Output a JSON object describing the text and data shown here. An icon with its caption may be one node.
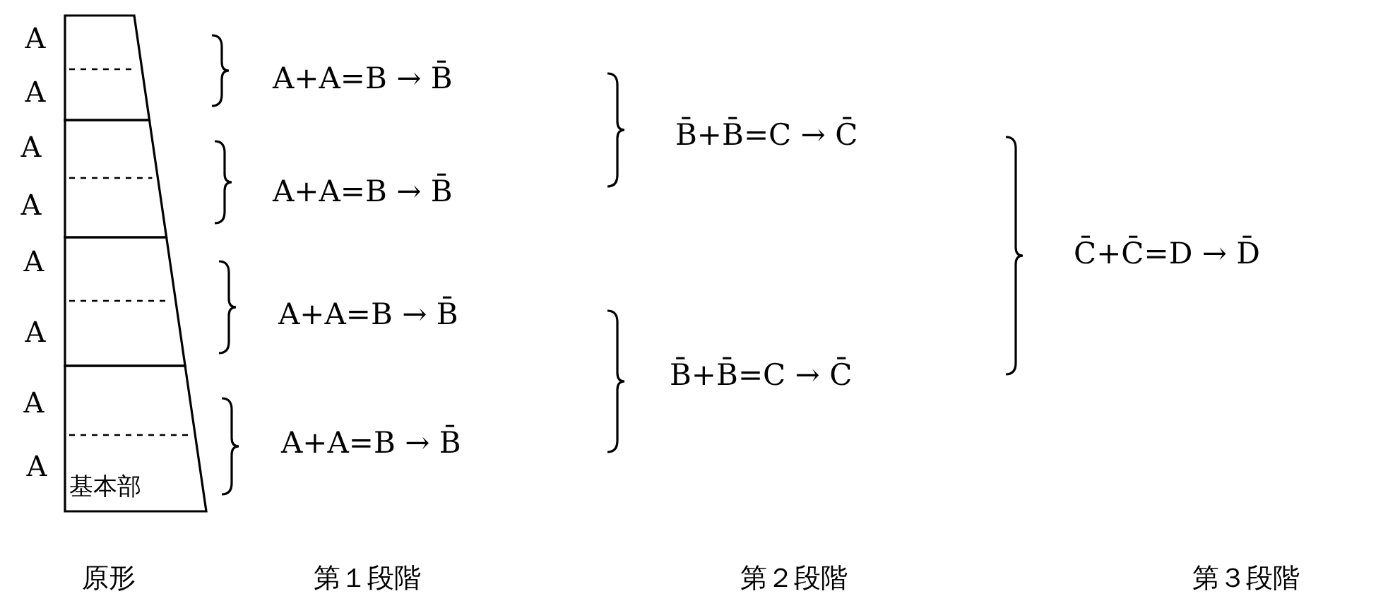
{
  "diagram": {
    "nodes": [
      {
        "text": [],
        "shape": "box"
      },
      {
        "text": [],
        "shape": "box"
      },
      {
        "text": [],
        "shape": "box"
      },
      {
        "text": [
          "基本部"
        ]
      }
    ],
    "labels": [
      "A",
      "A",
      "A",
      "A",
      "A",
      "A",
      "A",
      "A",
      "A+A=B → B̄",
      "A+A=B → B̄",
      "A+A=B → B̄",
      "A+A=B → B̄",
      "B̄+B̄=C → C̄",
      "B̄+B̄=C → C̄",
      "C̄+C̄=D → D̄",
      "原形",
      "第１段階",
      "第２段階",
      "第３段階"
    ]
  }
}
